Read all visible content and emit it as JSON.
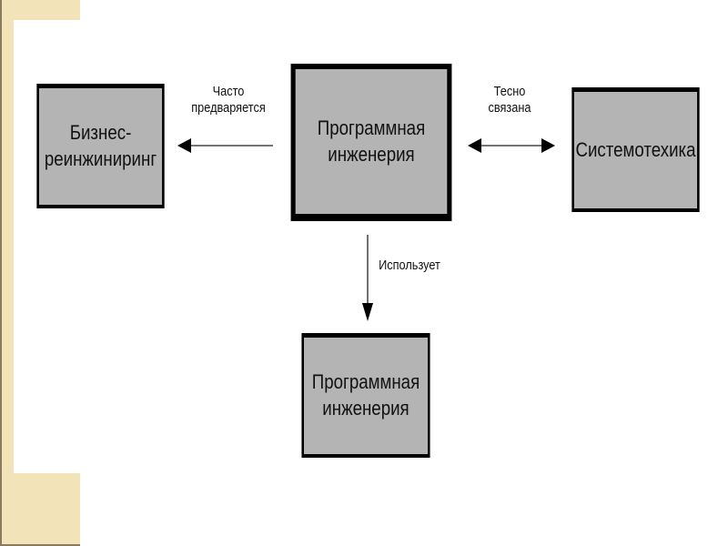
{
  "diagram": {
    "nodes": {
      "business": {
        "line1": "Бизнес-",
        "line2": "реинжиниринг"
      },
      "software_main": {
        "line1": "Программная",
        "line2": "инженерия"
      },
      "systems": {
        "line1": "Системотехика"
      },
      "software_bottom": {
        "line1": "Программная",
        "line2": "инженерия"
      }
    },
    "edges": {
      "often_preceded": {
        "line1": "Часто",
        "line2": "предваряется"
      },
      "closely_related": {
        "line1": "Тесно",
        "line2": "связана"
      },
      "uses": {
        "line1": "Использует"
      }
    }
  }
}
